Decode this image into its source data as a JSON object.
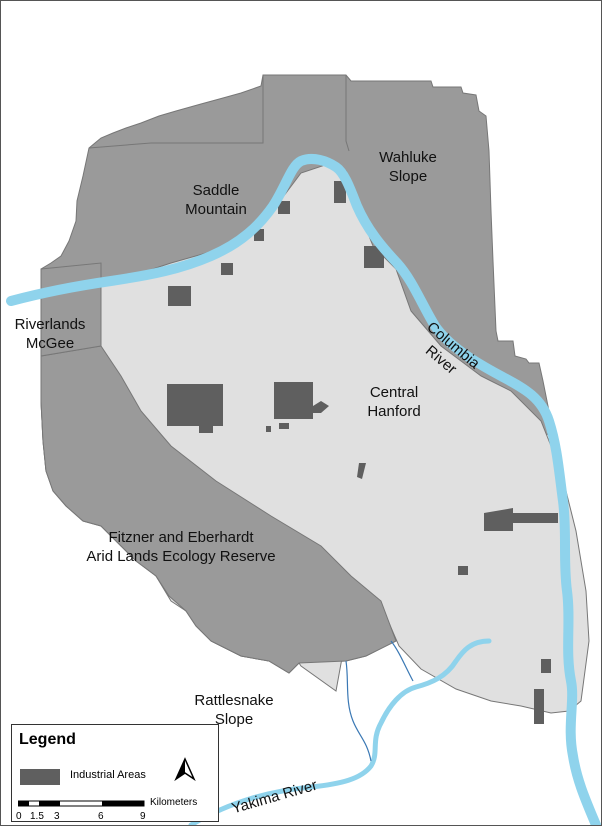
{
  "map": {
    "colors": {
      "river": "#8fd3ec",
      "river_outline": "#3a78b4",
      "central": "#e0e0e0",
      "outer": "#9a9a9a",
      "industrial": "#5f5f5f",
      "boundary": "#777777"
    },
    "region_labels": {
      "saddle_mountain": "Saddle\nMountain",
      "wahluke_slope": "Wahluke\nSlope",
      "riverlands_mcgee": "Riverlands\nMcGee",
      "central_hanford": "Central\nHanford",
      "fitzner": "Fitzner and Eberhardt\nArid Lands Ecology Reserve",
      "rattlesnake_slope": "Rattlesnake\nSlope"
    },
    "river_labels": {
      "columbia": "Columbia River",
      "yakima": "Yakima River"
    }
  },
  "legend": {
    "title": "Legend",
    "industrial_label": "Industrial Areas",
    "scale_unit": "Kilometers",
    "scale_ticks": [
      "0",
      "1.5",
      "3",
      "6",
      "9"
    ]
  }
}
